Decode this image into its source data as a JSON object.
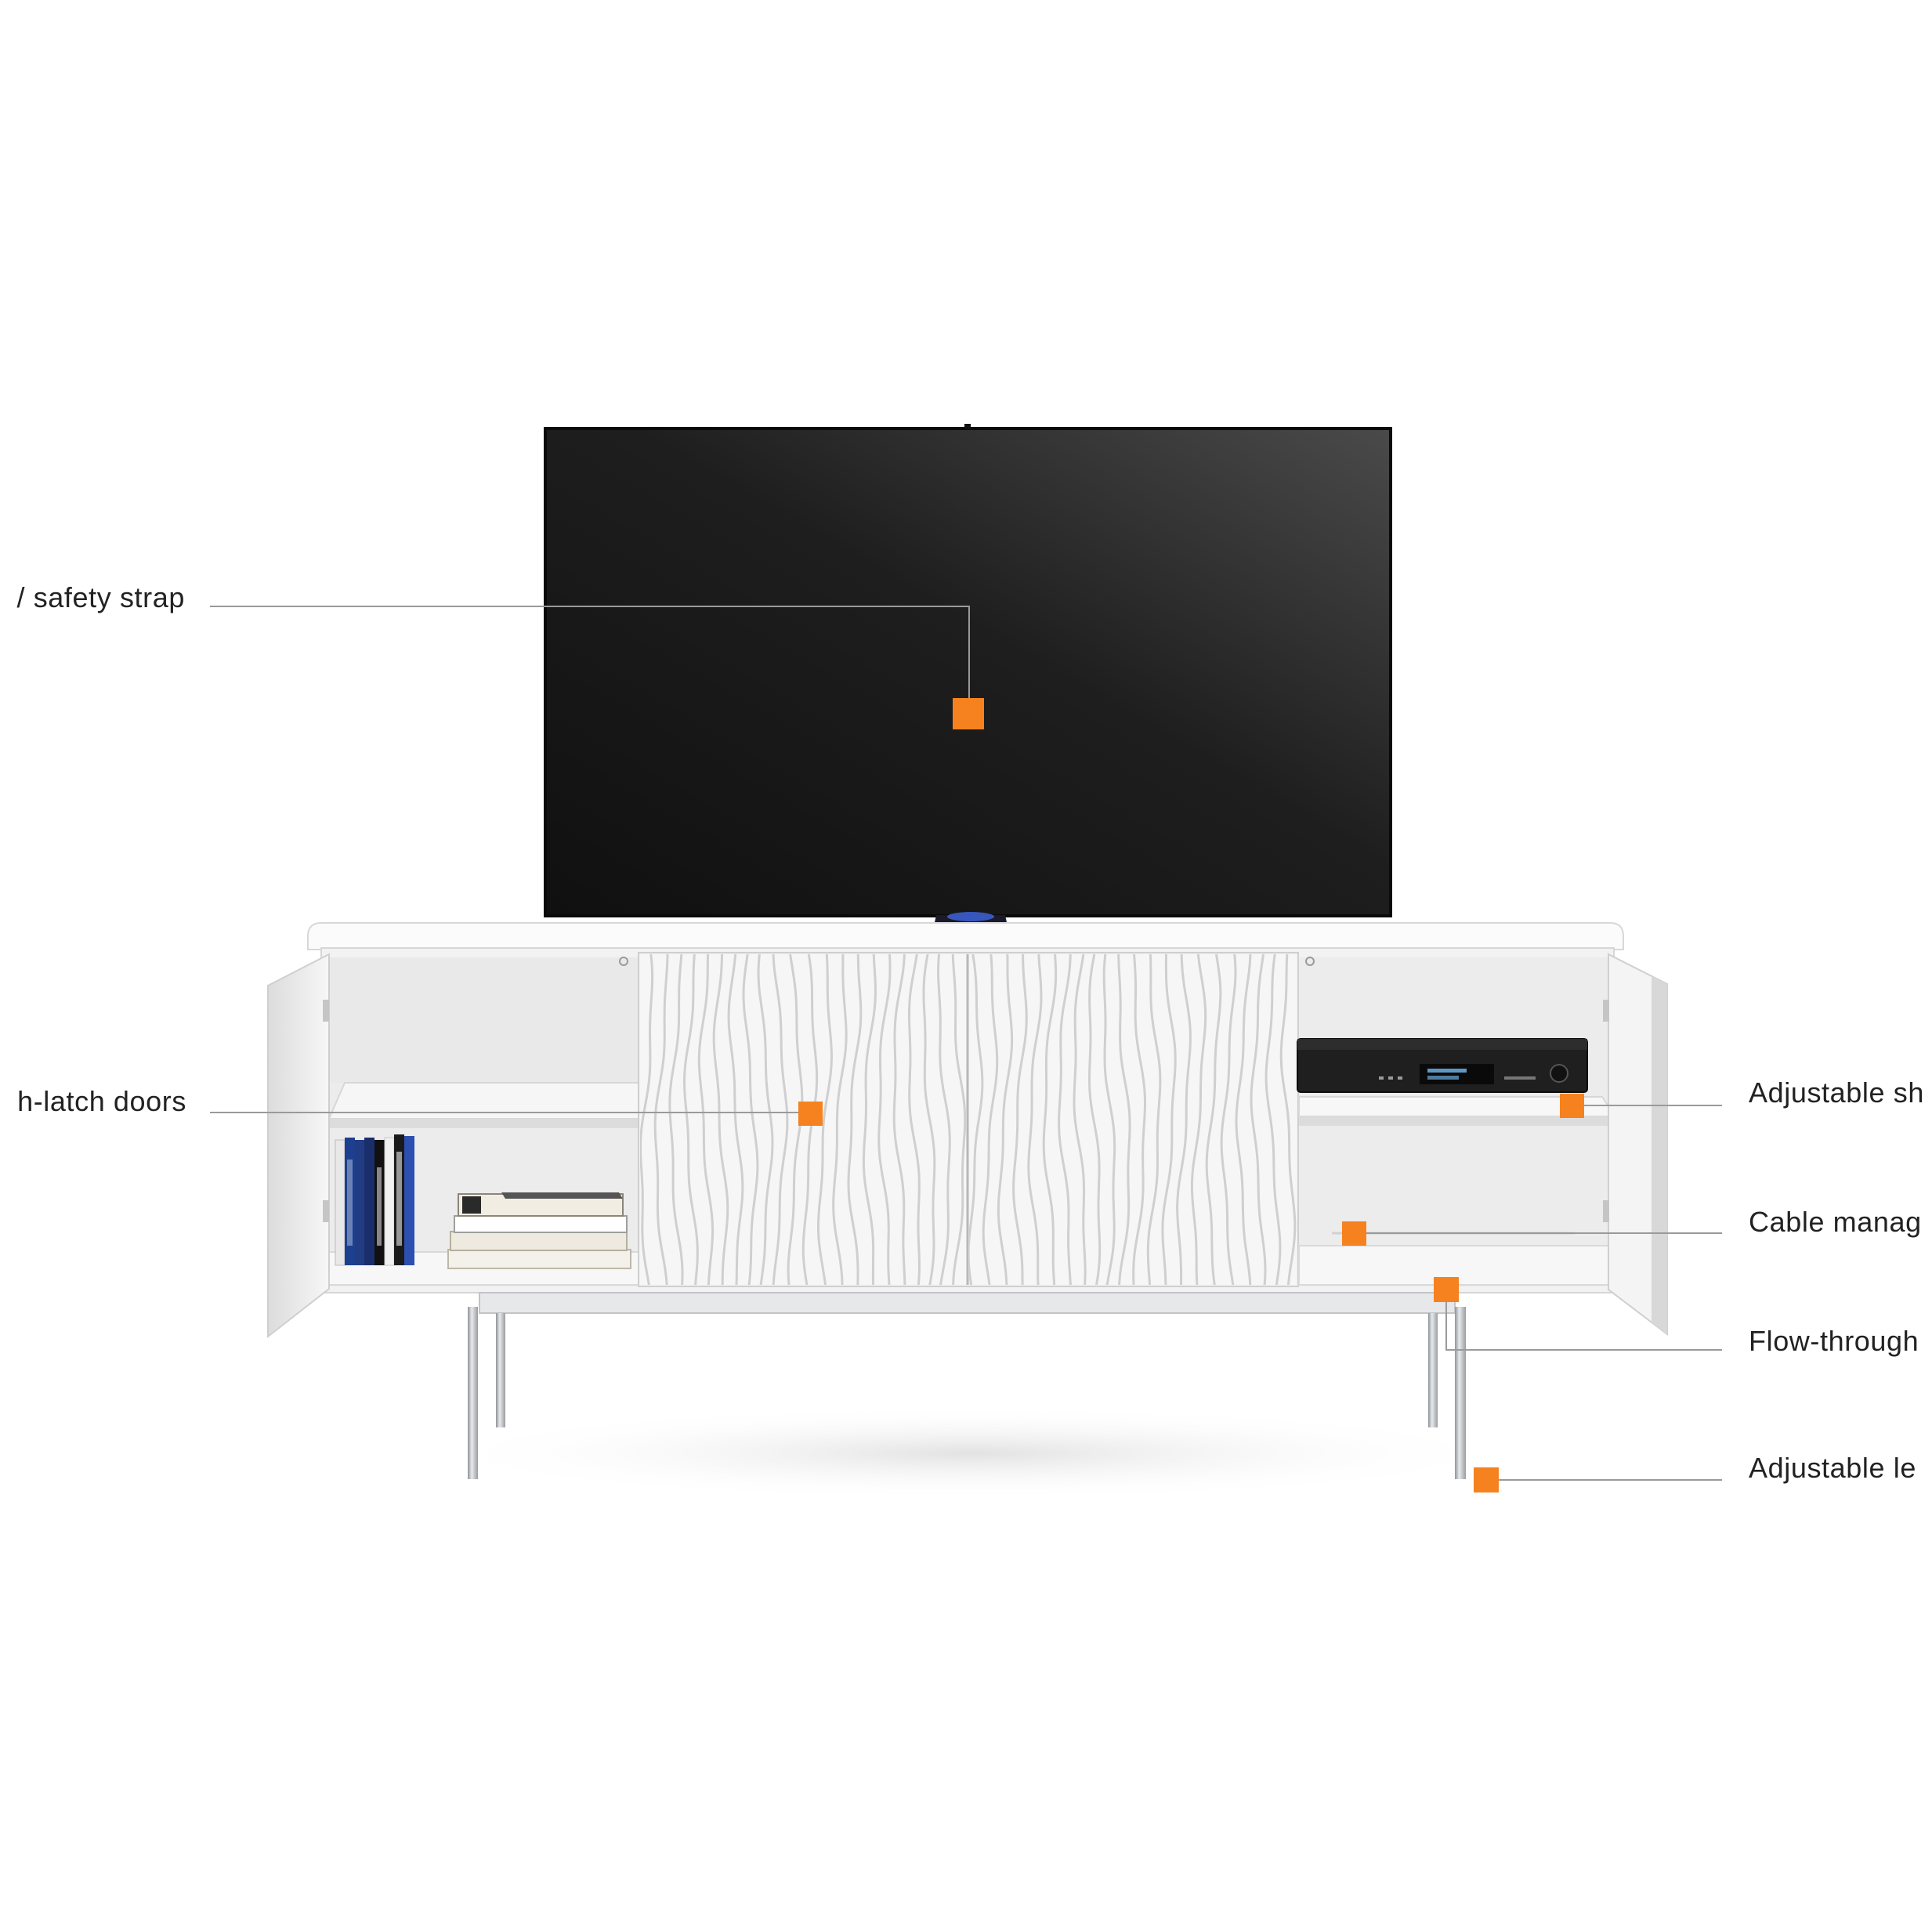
{
  "callouts": {
    "tv_safety_strap": "/ safety strap",
    "push_latch_doors": "h-latch doors",
    "adjustable_shelves": "Adjustable sh",
    "cable_management": "Cable manag",
    "flow_through": "Flow-through",
    "adjustable_legs": "Adjustable le"
  },
  "colors": {
    "marker": "#f5821f",
    "leader_line": "#9a9a9a",
    "cabinet": "#f2f2f2",
    "screen": "#1b1b1b",
    "leg": "#b9bcc0"
  },
  "icons": [
    "tv-screen-icon",
    "receiver-icon",
    "media-cases-icon",
    "books-icon"
  ]
}
